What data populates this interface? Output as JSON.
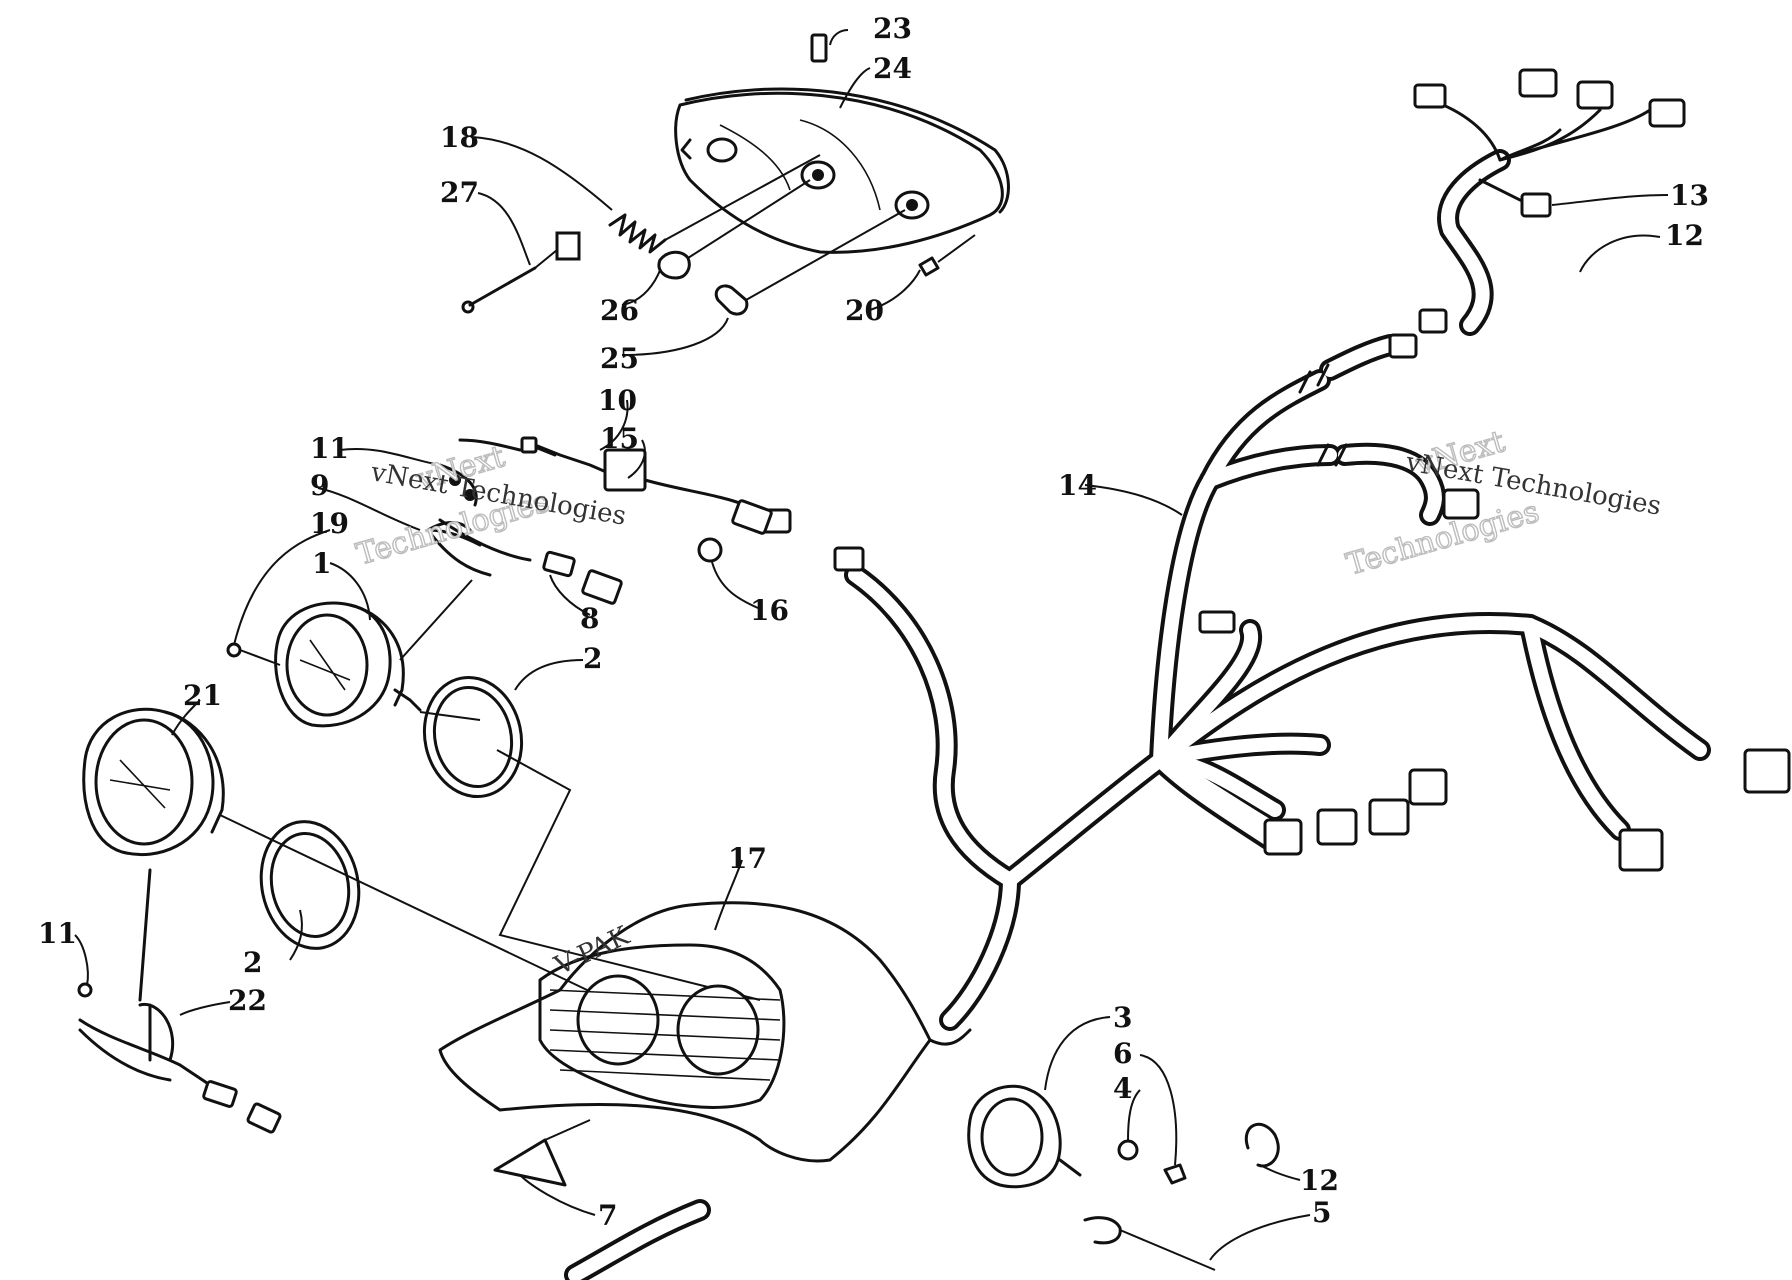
{
  "part_labels": [
    {
      "id": "p23",
      "text": "23"
    },
    {
      "id": "p24",
      "text": "24"
    },
    {
      "id": "p18",
      "text": "18"
    },
    {
      "id": "p27",
      "text": "27"
    },
    {
      "id": "p26",
      "text": "26"
    },
    {
      "id": "p25",
      "text": "25"
    },
    {
      "id": "p20",
      "text": "20"
    },
    {
      "id": "p13",
      "text": "13"
    },
    {
      "id": "p12a",
      "text": "12"
    },
    {
      "id": "p10",
      "text": "10"
    },
    {
      "id": "p15",
      "text": "15"
    },
    {
      "id": "p11a",
      "text": "11"
    },
    {
      "id": "p9",
      "text": "9"
    },
    {
      "id": "p19",
      "text": "19"
    },
    {
      "id": "p1",
      "text": "1"
    },
    {
      "id": "p8",
      "text": "8"
    },
    {
      "id": "p16",
      "text": "16"
    },
    {
      "id": "p14",
      "text": "14"
    },
    {
      "id": "p2a",
      "text": "2"
    },
    {
      "id": "p21",
      "text": "21"
    },
    {
      "id": "p2b",
      "text": "2"
    },
    {
      "id": "p17",
      "text": "17"
    },
    {
      "id": "p11b",
      "text": "11"
    },
    {
      "id": "p22",
      "text": "22"
    },
    {
      "id": "p3",
      "text": "3"
    },
    {
      "id": "p6",
      "text": "6"
    },
    {
      "id": "p4",
      "text": "4"
    },
    {
      "id": "p12b",
      "text": "12"
    },
    {
      "id": "p5",
      "text": "5"
    },
    {
      "id": "p7",
      "text": "7"
    }
  ],
  "watermarks": {
    "left_line1": "vNext",
    "left_line2": "Technologies",
    "left_small": "vNext Technologies",
    "right_line1": "vNext",
    "right_line2": "Technologies",
    "right_small": "vNext Technologies"
  },
  "gauge_marking": "V-PAK"
}
